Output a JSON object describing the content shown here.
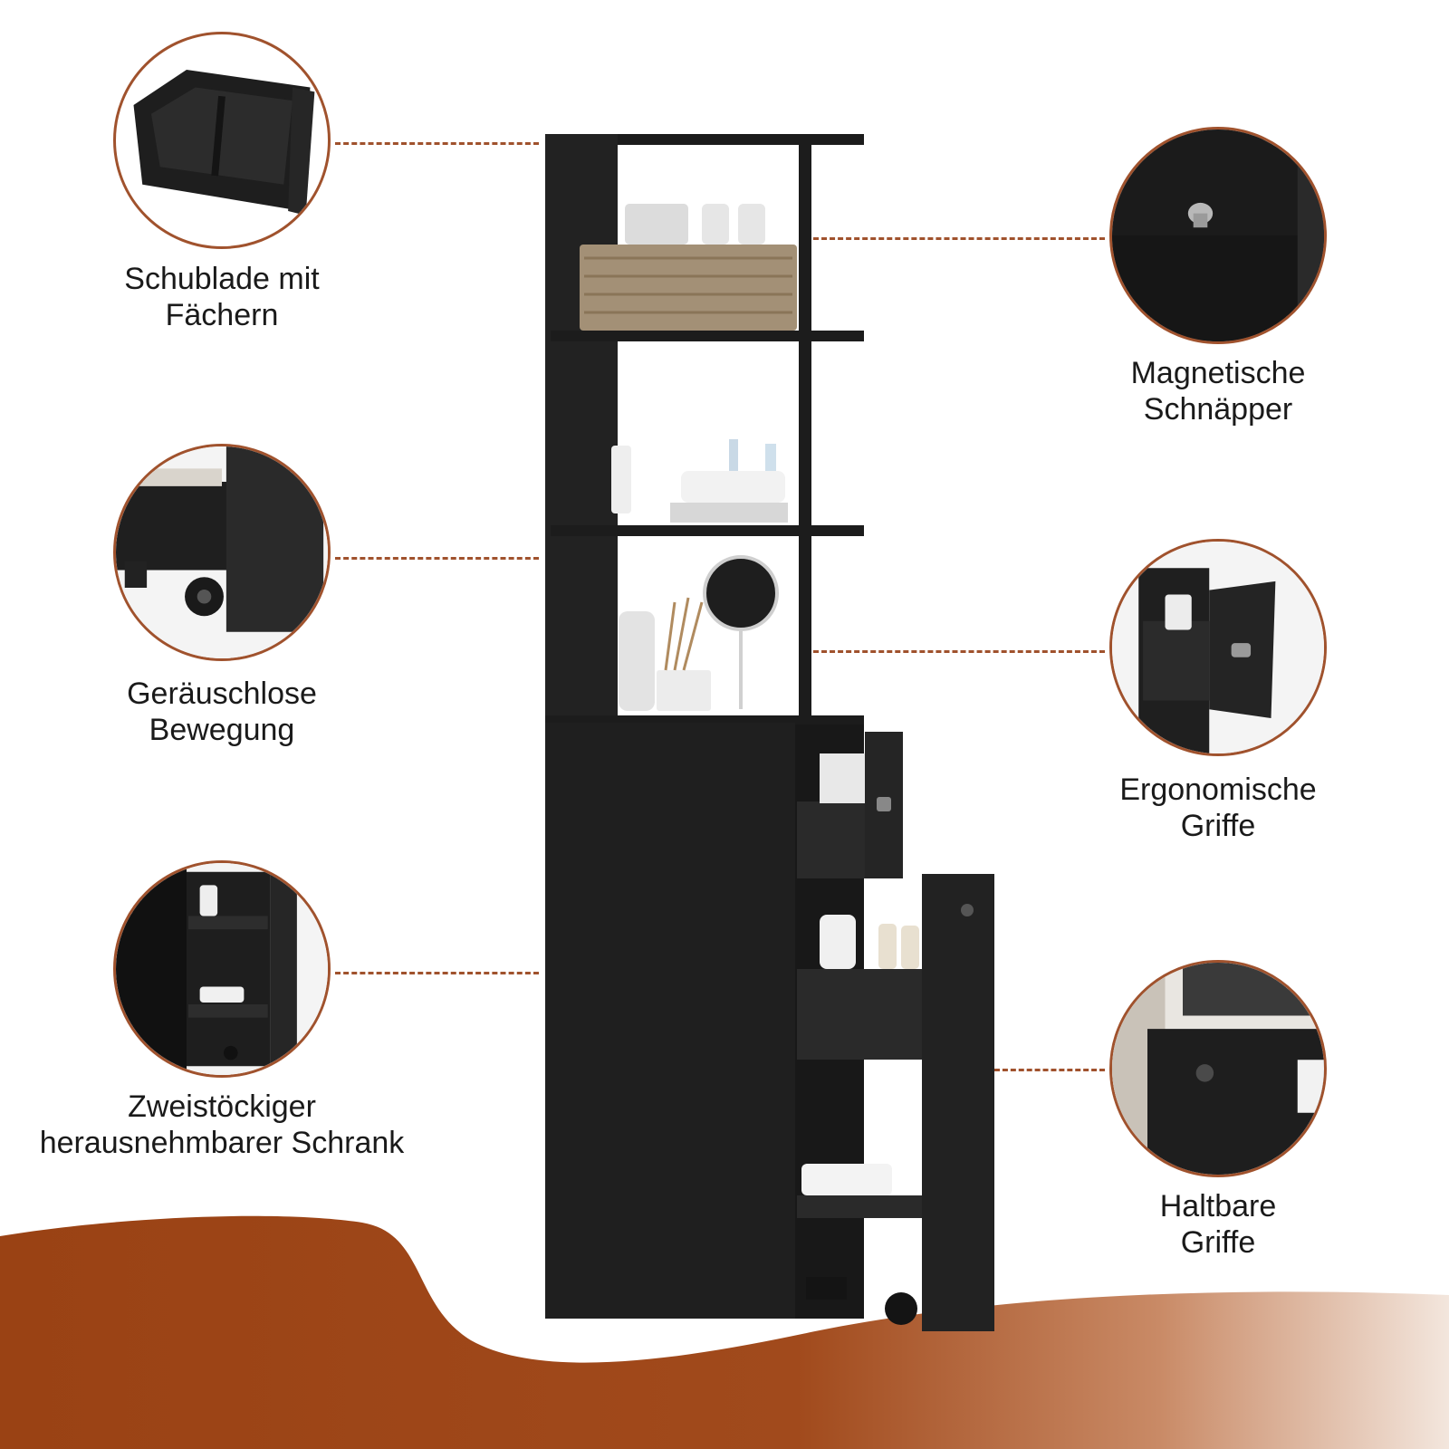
{
  "colors": {
    "accent": "#a0522d",
    "cabinet": "#1c1c1c",
    "text": "#1a1a1a"
  },
  "features": [
    {
      "id": "drawer-compartments",
      "side": "left",
      "lines": [
        "Schublade mit",
        "Fächern"
      ]
    },
    {
      "id": "silent-motion",
      "side": "left",
      "lines": [
        "Geräuschlose",
        "Bewegung"
      ]
    },
    {
      "id": "two-tier-cabinet",
      "side": "left",
      "lines": [
        "Zweistöckiger",
        "herausnehmbarer Schrank"
      ]
    },
    {
      "id": "magnetic-catches",
      "side": "right",
      "lines": [
        "Magnetische",
        "Schnäpper"
      ]
    },
    {
      "id": "ergonomic-handles",
      "side": "right",
      "lines": [
        "Ergonomische",
        "Griffe"
      ]
    },
    {
      "id": "durable-handles",
      "side": "right",
      "lines": [
        "Haltbare",
        "Griffe"
      ]
    }
  ]
}
